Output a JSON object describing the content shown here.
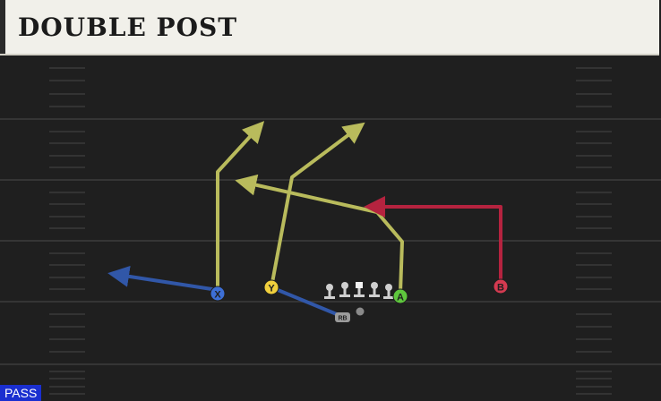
{
  "play": {
    "title": "DOUBLE POST",
    "type_badge": "PASS"
  },
  "players": {
    "x": "X",
    "y": "Y",
    "a": "A",
    "b": "B",
    "rb": "RB"
  },
  "colors": {
    "background": "#1f1f1f",
    "header_bg": "#f1f0ea",
    "route_yellow": "#b9bb5c",
    "route_red": "#b5233f",
    "route_blue": "#3157a8",
    "x_circle": "#3d6fd6",
    "y_circle": "#f0cf3d",
    "a_circle": "#5ec63d",
    "b_circle": "#d43a50",
    "badge": "#1a2fd0"
  }
}
